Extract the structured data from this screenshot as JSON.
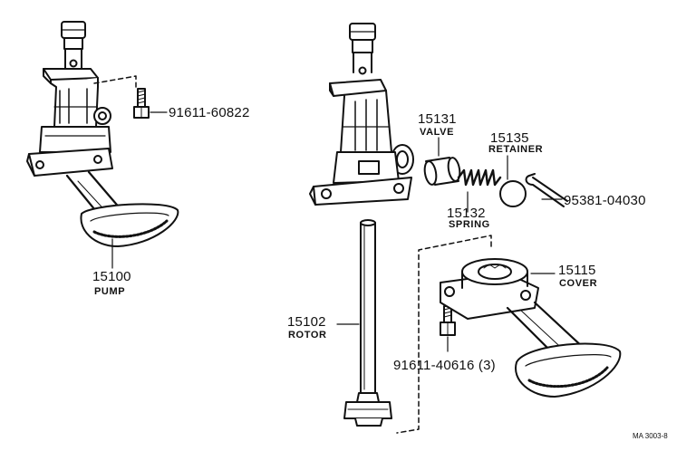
{
  "parts": {
    "pump": {
      "number": "15100",
      "name": "PUMP"
    },
    "rotor": {
      "number": "15102",
      "name": "ROTOR"
    },
    "valve": {
      "number": "15131",
      "name": "VALVE"
    },
    "spring": {
      "number": "15132",
      "name": "SPRING"
    },
    "retainer": {
      "number": "15135",
      "name": "RETAINER"
    },
    "cover": {
      "number": "15115",
      "name": "COVER"
    },
    "bolt_pump": {
      "number": "91611-60822"
    },
    "bolt_cover": {
      "number": "91611-40616 (3)"
    },
    "cotter_pin": {
      "number": "95381-04030"
    }
  },
  "figure_ref": "MA 3003-8"
}
